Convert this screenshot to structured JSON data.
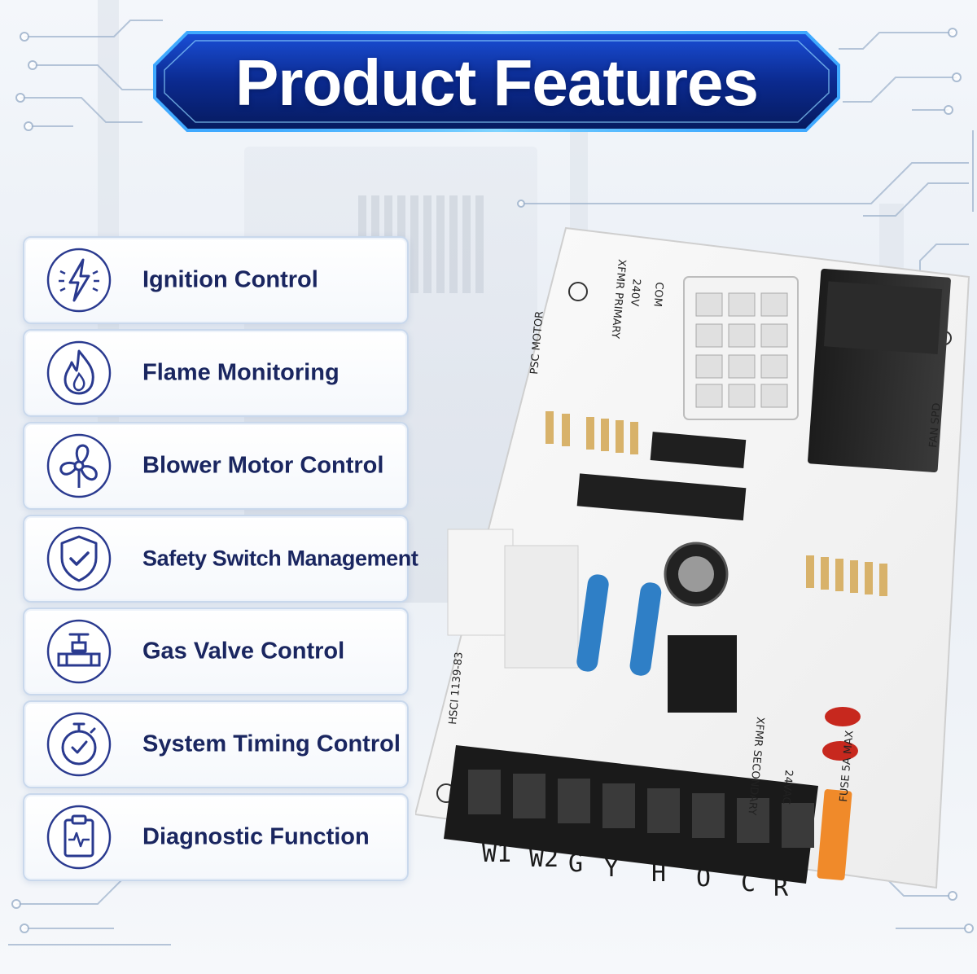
{
  "banner": {
    "title": "Product Features"
  },
  "features": [
    {
      "label": "Ignition Control",
      "icon": "lightning-icon"
    },
    {
      "label": "Flame Monitoring",
      "icon": "flame-icon"
    },
    {
      "label": "Blower Motor Control",
      "icon": "fan-icon"
    },
    {
      "label": "Safety Switch Management",
      "icon": "shield-check-icon"
    },
    {
      "label": "Gas Valve Control",
      "icon": "valve-icon"
    },
    {
      "label": "System Timing Control",
      "icon": "stopwatch-icon"
    },
    {
      "label": "Diagnostic Function",
      "icon": "clipboard-pulse-icon"
    }
  ],
  "board": {
    "terminals": [
      "W1",
      "W2",
      "G",
      "Y",
      "H",
      "O",
      "C",
      "R"
    ],
    "markings": {
      "primary": "XFMR PRIMARY",
      "v240": "240V",
      "com": "COM",
      "psc": "PSC MOTOR",
      "fan_spd": "FAN SPD",
      "secondary": "XFMR SECONDARY",
      "v24": "24VAC",
      "fuse": "FUSE 5A MAX",
      "part": "HSCI 1139-83"
    }
  },
  "colors": {
    "accent": "#1a2660",
    "banner": "#0a2a8a",
    "glow": "#3fa9ff"
  }
}
